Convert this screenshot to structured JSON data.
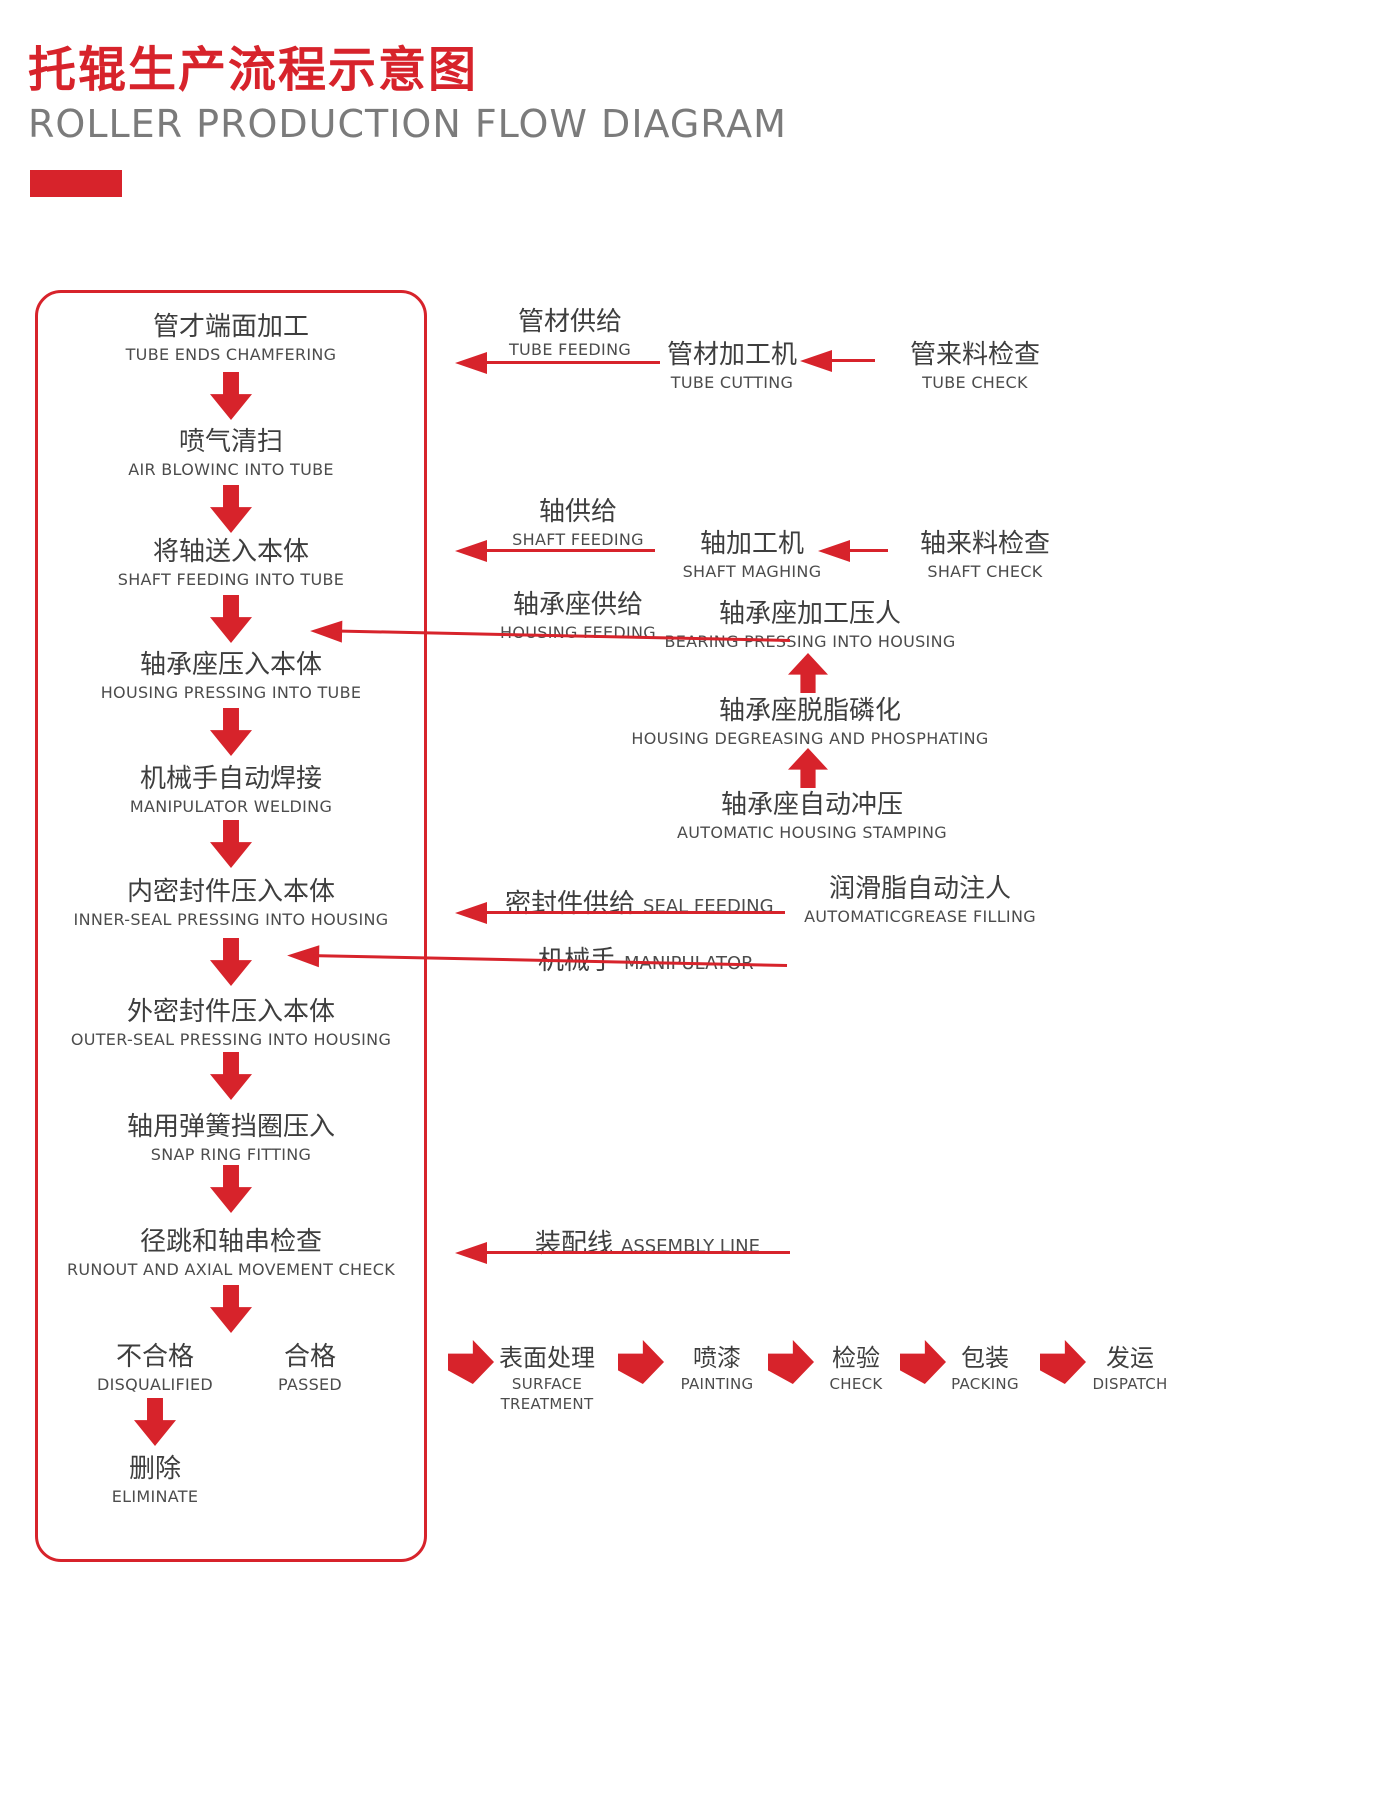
{
  "colors": {
    "red": "#d7232b"
  },
  "header": {
    "title": "托辊生产流程示意图",
    "subtitle": "ROLLER PRODUCTION FLOW DIAGRAM"
  },
  "main_flow": {
    "steps": [
      {
        "zh": "管才端面加工",
        "en": "TUBE ENDS CHAMFERING"
      },
      {
        "zh": "喷气清扫",
        "en": "AIR BLOWINC INTO TUBE"
      },
      {
        "zh": "将轴送入本体",
        "en": "SHAFT FEEDING INTO TUBE"
      },
      {
        "zh": "轴承座压入本体",
        "en": "HOUSING PRESSING INTO TUBE"
      },
      {
        "zh": "机械手自动焊接",
        "en": "MANIPULATOR WELDING"
      },
      {
        "zh": "内密封件压入本体",
        "en": "INNER-SEAL PRESSING INTO HOUSING"
      },
      {
        "zh": "外密封件压入本体",
        "en": "OUTER-SEAL PRESSING INTO HOUSING"
      },
      {
        "zh": "轴用弹簧挡圈压入",
        "en": "SNAP RING FITTING"
      },
      {
        "zh": "径跳和轴串检查",
        "en": "RUNOUT AND AXIAL MOVEMENT CHECK"
      }
    ],
    "fail": {
      "zh": "不合格",
      "en": "DISQUALIFIED"
    },
    "pass": {
      "zh": "合格",
      "en": "PASSED"
    },
    "eliminate": {
      "zh": "删除",
      "en": "ELIMINATE"
    }
  },
  "side_flows": {
    "tube_feeding": {
      "zh": "管材供给",
      "en": "TUBE FEEDING"
    },
    "tube_cutting": {
      "zh": "管材加工机",
      "en": "TUBE  CUTTING"
    },
    "tube_check": {
      "zh": "管来料检查",
      "en": "TUBE CHECK"
    },
    "shaft_feeding": {
      "zh": "轴供给",
      "en": "SHAFT FEEDING"
    },
    "shaft_machining": {
      "zh": "轴加工机",
      "en": "SHAFT MAGHING"
    },
    "shaft_check": {
      "zh": "轴来料检查",
      "en": "SHAFT CHECK"
    },
    "housing_feeding": {
      "zh": "轴承座供给",
      "en": "HOUSING FEEDING"
    },
    "bearing_pressing": {
      "zh": "轴承座加工压人",
      "en": "BEARING PRESSING INTO HOUSING"
    },
    "housing_degreasing": {
      "zh": "轴承座脱脂磷化",
      "en": "HOUSING DEGREASING AND PHOSPHATING"
    },
    "housing_stamping": {
      "zh": "轴承座自动冲压",
      "en": "AUTOMATIC HOUSING STAMPING"
    },
    "seal_feeding": {
      "zh": "密封件供给",
      "en": "SEAL FEEDING"
    },
    "grease_filling": {
      "zh": "润滑脂自动注人",
      "en": "AUTOMATICGREASE FILLING"
    },
    "manipulator": {
      "zh": "机械手",
      "en": "MANIPULATOR"
    },
    "assembly_line": {
      "zh": "装配线",
      "en": "ASSEMBLY LINE"
    }
  },
  "finish_flow": [
    {
      "zh": "表面处理",
      "en": "SURFACE TREATMENT"
    },
    {
      "zh": "喷漆",
      "en": "PAINTING"
    },
    {
      "zh": "检验",
      "en": "CHECK"
    },
    {
      "zh": "包装",
      "en": "PACKING"
    },
    {
      "zh": "发运",
      "en": "DISPATCH"
    }
  ]
}
